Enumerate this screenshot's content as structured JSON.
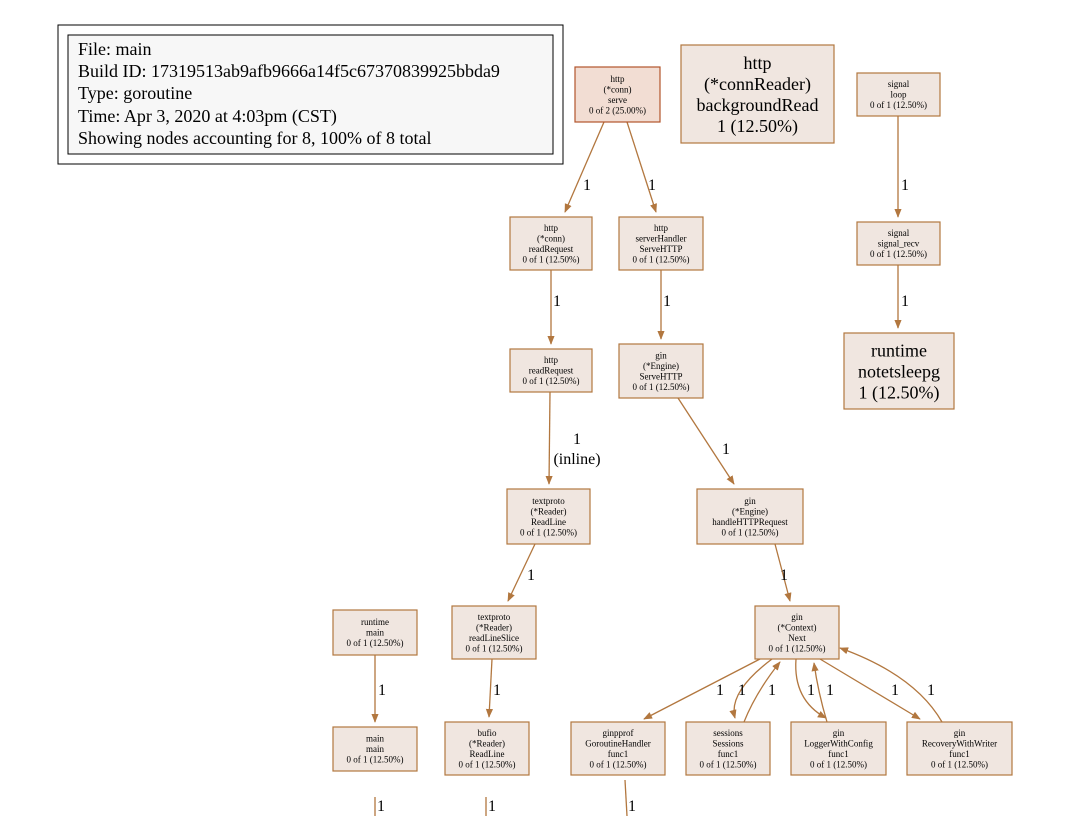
{
  "legend": {
    "lines": [
      "File: main",
      "Build ID: 17319513ab9afb9666a14f5c67370839925bbda9",
      "Type: goroutine",
      "Time: Apr 3, 2020 at 4:03pm (CST)",
      "Showing nodes accounting for 8, 100% of 8 total"
    ]
  },
  "colors": {
    "edge": "#b2773f",
    "node_fill": "#f0e6e0",
    "node_stroke": "#b2773f",
    "node_fill_hot": "#f2ddd3",
    "node_stroke_hot": "#b2552c"
  },
  "nodes": [
    {
      "id": "n_serve",
      "lines": [
        "http",
        "(*conn)",
        "serve",
        "0 of 2 (25.00%)"
      ]
    },
    {
      "id": "n_bgread",
      "lines": [
        "http",
        "(*connReader)",
        "backgroundRead",
        "1 (12.50%)"
      ]
    },
    {
      "id": "n_sigloop",
      "lines": [
        "signal",
        "loop",
        "0 of 1 (12.50%)"
      ]
    },
    {
      "id": "n_connread",
      "lines": [
        "http",
        "(*conn)",
        "readRequest",
        "0 of 1 (12.50%)"
      ]
    },
    {
      "id": "n_srvhandler",
      "lines": [
        "http",
        "serverHandler",
        "ServeHTTP",
        "0 of 1 (12.50%)"
      ]
    },
    {
      "id": "n_sigrecv",
      "lines": [
        "signal",
        "signal_recv",
        "0 of 1 (12.50%)"
      ]
    },
    {
      "id": "n_readreq",
      "lines": [
        "http",
        "readRequest",
        "0 of 1 (12.50%)"
      ]
    },
    {
      "id": "n_engserve",
      "lines": [
        "gin",
        "(*Engine)",
        "ServeHTTP",
        "0 of 1 (12.50%)"
      ]
    },
    {
      "id": "n_notetsleep",
      "lines": [
        "runtime",
        "notetsleepg",
        "1 (12.50%)"
      ]
    },
    {
      "id": "n_readline",
      "lines": [
        "textproto",
        "(*Reader)",
        "ReadLine",
        "0 of 1 (12.50%)"
      ]
    },
    {
      "id": "n_handlehttp",
      "lines": [
        "gin",
        "(*Engine)",
        "handleHTTPRequest",
        "0 of 1 (12.50%)"
      ]
    },
    {
      "id": "n_rtmain",
      "lines": [
        "runtime",
        "main",
        "0 of 1 (12.50%)"
      ]
    },
    {
      "id": "n_readlineslice",
      "lines": [
        "textproto",
        "(*Reader)",
        "readLineSlice",
        "0 of 1 (12.50%)"
      ]
    },
    {
      "id": "n_ctxnext",
      "lines": [
        "gin",
        "(*Context)",
        "Next",
        "0 of 1 (12.50%)"
      ]
    },
    {
      "id": "n_mainmain",
      "lines": [
        "main",
        "main",
        "0 of 1 (12.50%)"
      ]
    },
    {
      "id": "n_bufio",
      "lines": [
        "bufio",
        "(*Reader)",
        "ReadLine",
        "0 of 1 (12.50%)"
      ]
    },
    {
      "id": "n_ginpprof",
      "lines": [
        "ginpprof",
        "GoroutineHandler",
        "func1",
        "0 of 1 (12.50%)"
      ]
    },
    {
      "id": "n_sessions",
      "lines": [
        "sessions",
        "Sessions",
        "func1",
        "0 of 1 (12.50%)"
      ]
    },
    {
      "id": "n_logger",
      "lines": [
        "gin",
        "LoggerWithConfig",
        "func1",
        "0 of 1 (12.50%)"
      ]
    },
    {
      "id": "n_recovery",
      "lines": [
        "gin",
        "RecoveryWithWriter",
        "func1",
        "0 of 1 (12.50%)"
      ]
    }
  ],
  "edges": [
    {
      "id": "e1",
      "from": "n_serve",
      "to": "n_connread",
      "label": [
        "1"
      ]
    },
    {
      "id": "e2",
      "from": "n_serve",
      "to": "n_srvhandler",
      "label": [
        "1"
      ]
    },
    {
      "id": "e3",
      "from": "n_sigloop",
      "to": "n_sigrecv",
      "label": [
        "1"
      ]
    },
    {
      "id": "e4",
      "from": "n_connread",
      "to": "n_readreq",
      "label": [
        "1"
      ]
    },
    {
      "id": "e5",
      "from": "n_srvhandler",
      "to": "n_engserve",
      "label": [
        "1"
      ]
    },
    {
      "id": "e6",
      "from": "n_sigrecv",
      "to": "n_notetsleep",
      "label": [
        "1"
      ]
    },
    {
      "id": "e7",
      "from": "n_readreq",
      "to": "n_readline",
      "label": [
        "1",
        "(inline)"
      ]
    },
    {
      "id": "e8",
      "from": "n_engserve",
      "to": "n_handlehttp",
      "label": [
        "1"
      ]
    },
    {
      "id": "e9",
      "from": "n_readline",
      "to": "n_readlineslice",
      "label": [
        "1"
      ]
    },
    {
      "id": "e10",
      "from": "n_handlehttp",
      "to": "n_ctxnext",
      "label": [
        "1"
      ]
    },
    {
      "id": "e11",
      "from": "n_rtmain",
      "to": "n_mainmain",
      "label": [
        "1"
      ]
    },
    {
      "id": "e12",
      "from": "n_readlineslice",
      "to": "n_bufio",
      "label": [
        "1"
      ]
    },
    {
      "id": "e13",
      "from": "n_ctxnext",
      "to": "n_ginpprof",
      "label": [
        "1"
      ]
    },
    {
      "id": "e14",
      "from": "n_ctxnext",
      "to": "n_sessions",
      "label": [
        "1"
      ]
    },
    {
      "id": "e15",
      "from": "n_sessions",
      "to": "n_ctxnext",
      "label": [
        "1"
      ]
    },
    {
      "id": "e16",
      "from": "n_ctxnext",
      "to": "n_logger",
      "label": [
        "1"
      ]
    },
    {
      "id": "e17",
      "from": "n_logger",
      "to": "n_ctxnext",
      "label": [
        "1"
      ]
    },
    {
      "id": "e18",
      "from": "n_ctxnext",
      "to": "n_recovery",
      "label": [
        "1"
      ]
    },
    {
      "id": "e19",
      "from": "n_recovery",
      "to": "n_ctxnext",
      "label": [
        "1"
      ]
    },
    {
      "id": "e20",
      "from": "n_mainmain",
      "to": "",
      "label": [
        "1"
      ]
    },
    {
      "id": "e21",
      "from": "n_bufio",
      "to": "",
      "label": [
        "1"
      ]
    },
    {
      "id": "e22",
      "from": "n_ginpprof",
      "to": "",
      "label": [
        "1"
      ]
    }
  ]
}
